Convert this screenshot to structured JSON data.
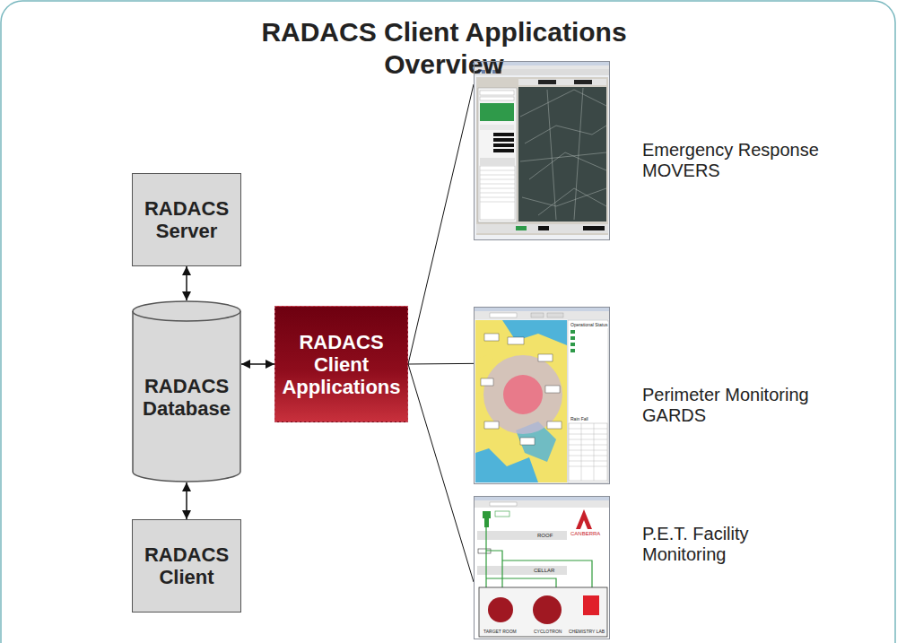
{
  "diagram": {
    "title": "RADACS Client Applications Overview",
    "nodes": [
      {
        "text": [
          "RADACS Server"
        ]
      },
      {
        "text": [
          "RADACS Database"
        ]
      },
      {
        "text": [
          "RADACS Client"
        ]
      },
      {
        "text": [
          "RADACS Client Applications"
        ]
      },
      {
        "text": [
          "Emergency Response MOVERS"
        ]
      },
      {
        "text": [
          "Perimeter Monitoring GARDS"
        ]
      },
      {
        "text": [
          "P.E.T. Facility Monitoring"
        ]
      }
    ],
    "edges": [
      {
        "from": 0,
        "to": 1,
        "arrow": "both"
      },
      {
        "from": 1,
        "to": 2,
        "arrow": "both"
      },
      {
        "from": 1,
        "to": 3,
        "arrow": "both"
      },
      {
        "from": 3,
        "to": 4,
        "arrow": "none"
      },
      {
        "from": 3,
        "to": 5,
        "arrow": "none"
      },
      {
        "from": 3,
        "to": 6,
        "arrow": "none"
      }
    ],
    "labels": [
      "Operational Status",
      "Rain Fall",
      "CANBERRA",
      "ROOF",
      "CELLAR",
      "TARGET ROOM",
      "CYCLOTRON",
      "CHEMISTRY LAB"
    ]
  }
}
